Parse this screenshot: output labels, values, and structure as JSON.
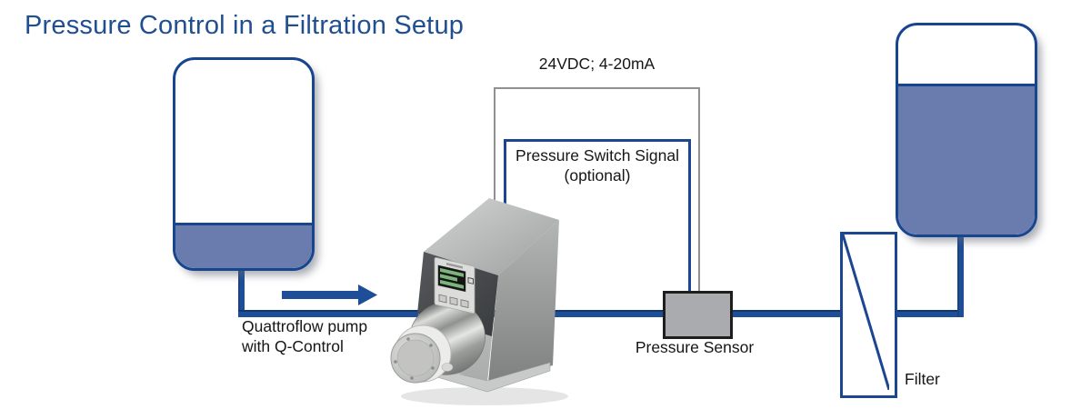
{
  "title": "Pressure Control in a Filtration Setup",
  "labels": {
    "signal_top": "24VDC; 4-20mA",
    "pressure_switch_line1": "Pressure Switch Signal",
    "pressure_switch_line2": "(optional)",
    "pump_line1": "Quattroflow pump",
    "pump_line2": "with Q-Control",
    "pressure_sensor": "Pressure Sensor",
    "filter": "Filter"
  },
  "colors": {
    "title_text": "#1f4f90",
    "label_text": "#161616",
    "pipe_blue": "#1e4e97",
    "tank_border": "#17458e",
    "liquid_fill": "#6a7cae",
    "signal_line_gray": "#8e9194",
    "signal_line_blue": "#1e4690",
    "sensor_fill": "#a9abae",
    "sensor_border": "#1e1e1e",
    "filter_border": "#1c4690",
    "pump_panel_dark": "#45484a",
    "pump_metal_light": "#c4c6c5"
  }
}
